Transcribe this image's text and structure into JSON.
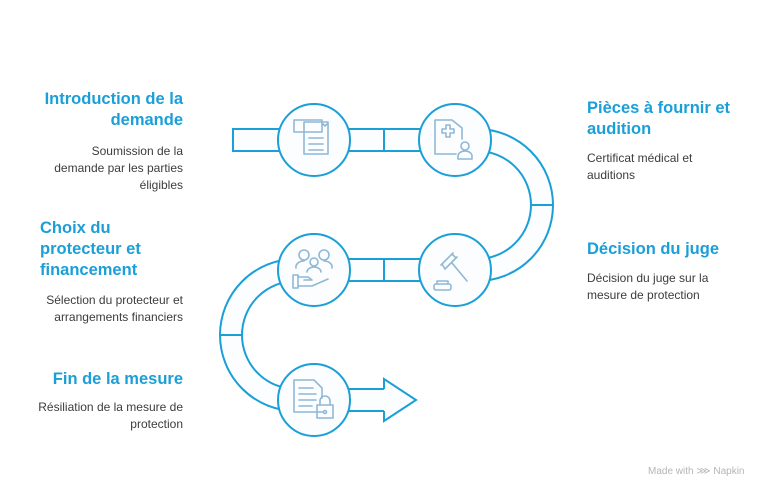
{
  "steps": [
    {
      "title": "Introduction de la demande",
      "description": "Soumission de la demande par les parties éligibles",
      "icon": "form-document-icon"
    },
    {
      "title": "Pièces à fournir et audition",
      "description": "Certificat médical et auditions",
      "icon": "medical-certificate-icon"
    },
    {
      "title": "Décision du juge",
      "description": "Décision du juge sur la mesure de protection",
      "icon": "gavel-icon"
    },
    {
      "title": "Choix du protecteur et financement",
      "description": "Sélection du protecteur et arrangements financiers",
      "icon": "family-hand-icon"
    },
    {
      "title": "Fin de la mesure",
      "description": "Résiliation de la mesure de protection",
      "icon": "locked-document-icon"
    }
  ],
  "watermark": "Made with ⋙ Napkin",
  "colors": {
    "accent": "#1a9fd8",
    "icon": "#8fb8d6",
    "text": "#3c3c3c"
  }
}
